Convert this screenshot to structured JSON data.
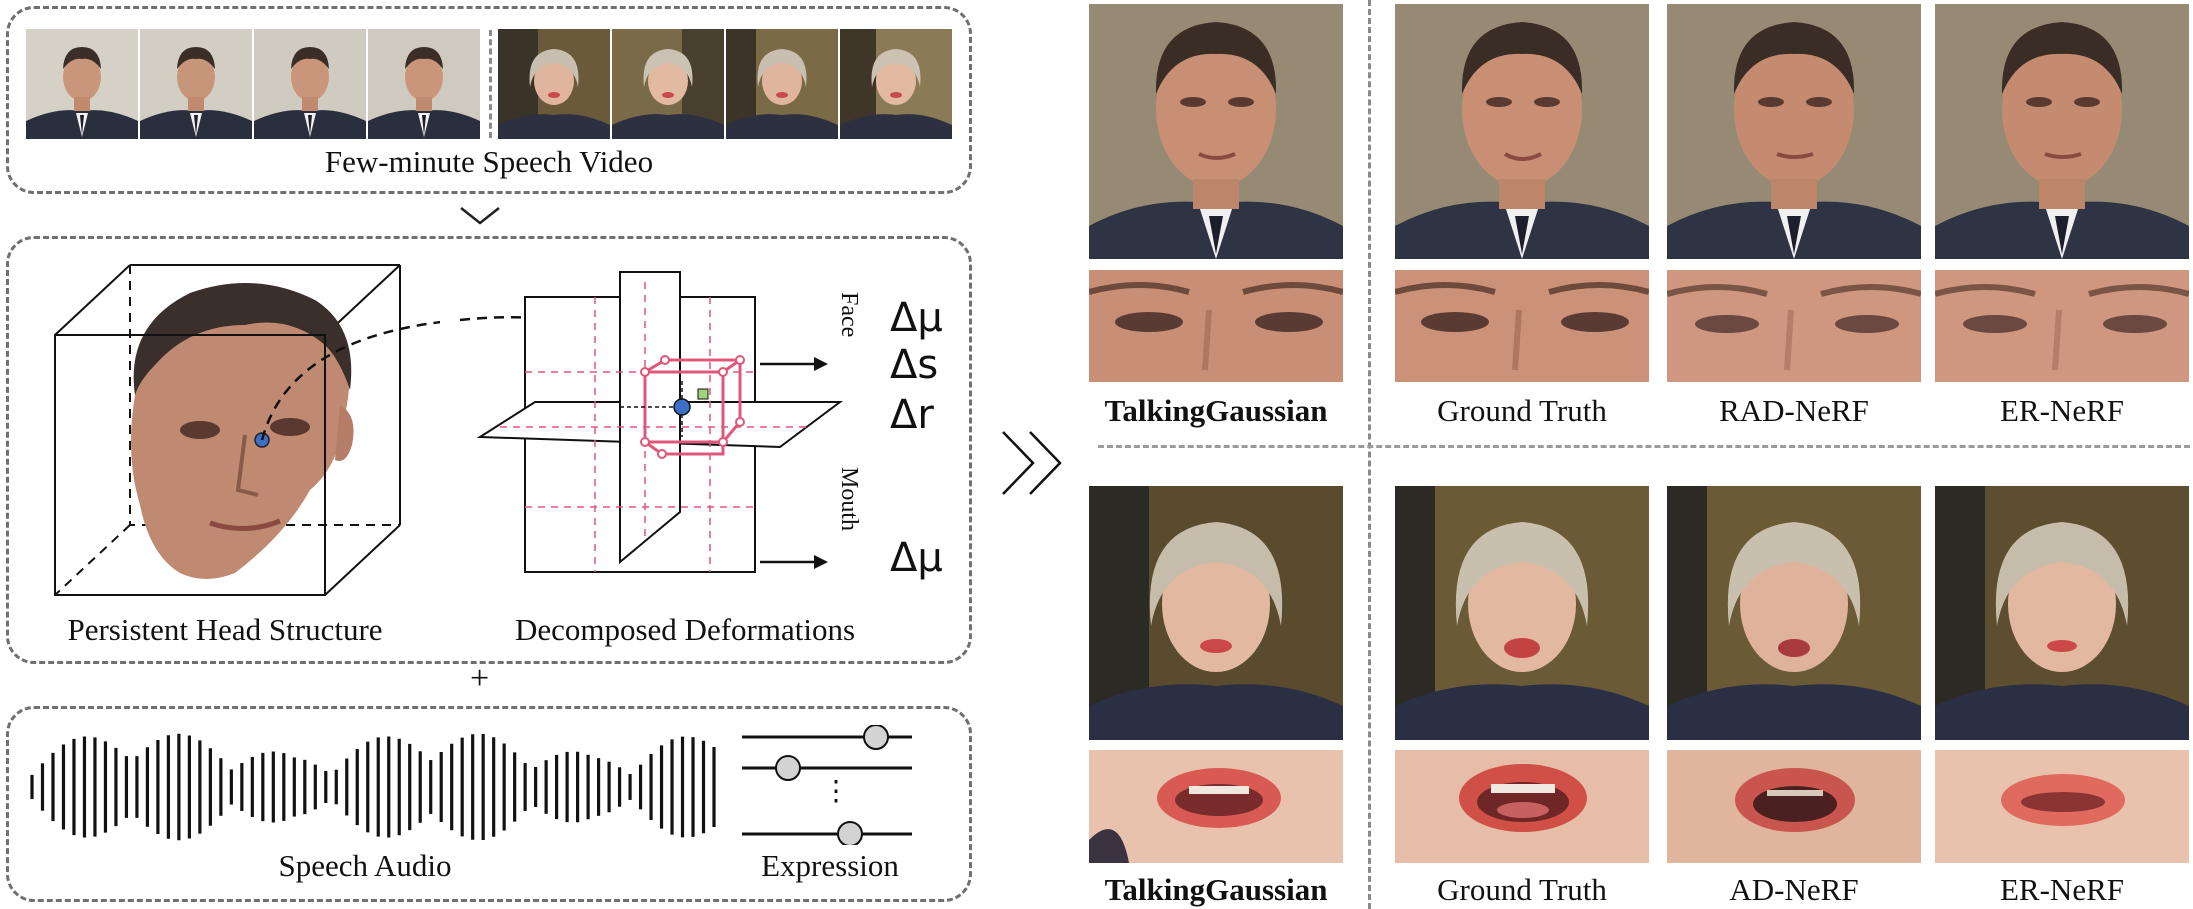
{
  "left_panel": {
    "video_caption": "Few-minute Speech Video",
    "head_caption": "Persistent Head Structure",
    "deform_caption": "Decomposed Deformations",
    "face_label": "Face",
    "mouth_label": "Mouth",
    "face_deltas": [
      "Δμ",
      "Δs",
      "Δr"
    ],
    "mouth_delta": "Δμ",
    "plus": "+",
    "audio_caption": "Speech Audio",
    "expression_caption": "Expression",
    "vdots": "⋮"
  },
  "comparison": {
    "top_row_labels": [
      "TalkingGaussian",
      "Ground Truth",
      "RAD-NeRF",
      "ER-NeRF"
    ],
    "bottom_row_labels": [
      "TalkingGaussian",
      "Ground Truth",
      "AD-NeRF",
      "ER-NeRF"
    ]
  },
  "colors": {
    "dash_border": "#707070",
    "accent_pink": "#e0577a",
    "gaussian_blue": "#3d6fc9"
  },
  "icons": [
    "chevron-down-icon",
    "double-chevron-right-icon"
  ]
}
